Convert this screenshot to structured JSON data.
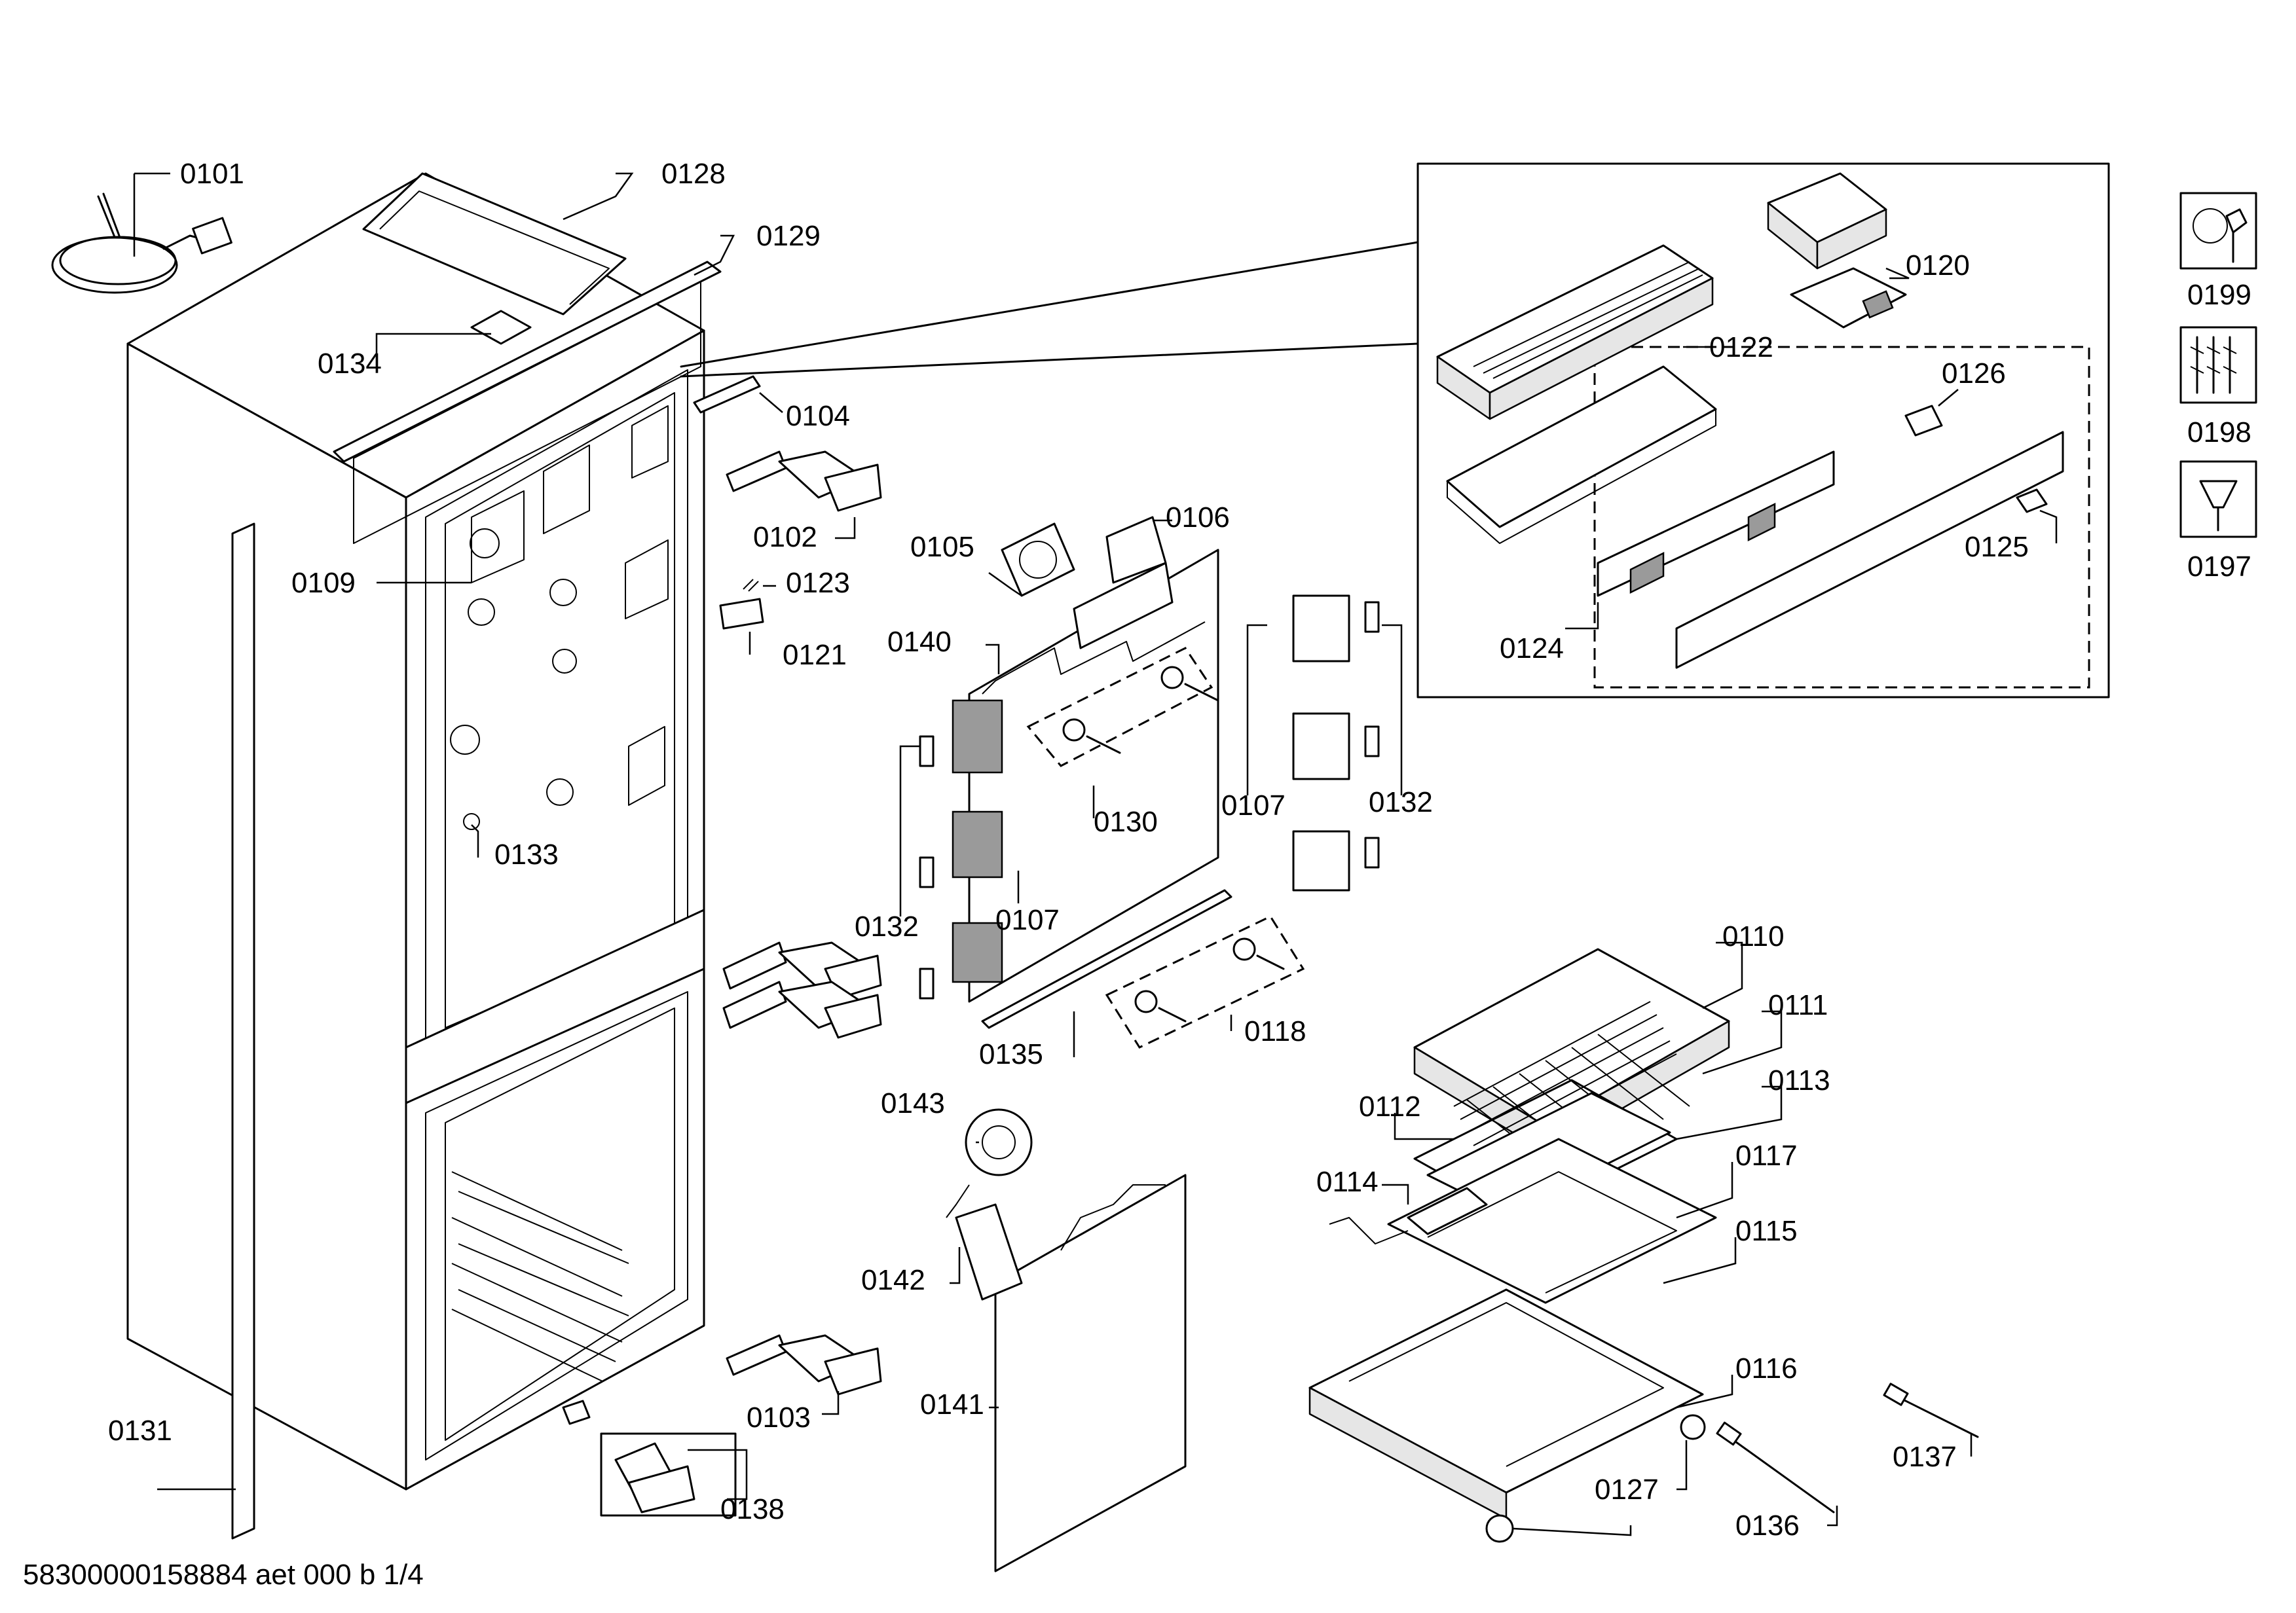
{
  "document_id": "58300000158884 aet 000 b 1/4",
  "parts": {
    "p0101": "0101",
    "p0128": "0128",
    "p0129": "0129",
    "p0134": "0134",
    "p0104": "0104",
    "p0102": "0102",
    "p0123": "0123",
    "p0121": "0121",
    "p0109": "0109",
    "p0133": "0133",
    "p0105": "0105",
    "p0106": "0106",
    "p0140": "0140",
    "p0130": "0130",
    "p0107a": "0107",
    "p0107b": "0107",
    "p0132a": "0132",
    "p0132b": "0132",
    "p0135": "0135",
    "p0118": "0118",
    "p0120": "0120",
    "p0122": "0122",
    "p0126": "0126",
    "p0125": "0125",
    "p0124": "0124",
    "p0110": "0110",
    "p0111": "0111",
    "p0112": "0112",
    "p0113": "0113",
    "p0114": "0114",
    "p0117": "0117",
    "p0115": "0115",
    "p0116": "0116",
    "p0143": "0143",
    "p0142": "0142",
    "p0141": "0141",
    "p0103": "0103",
    "p0131": "0131",
    "p0138": "0138",
    "p0127": "0127",
    "p0136": "0136",
    "p0137": "0137"
  },
  "tools": {
    "t0199": "0199",
    "t0198": "0198",
    "t0197": "0197"
  }
}
